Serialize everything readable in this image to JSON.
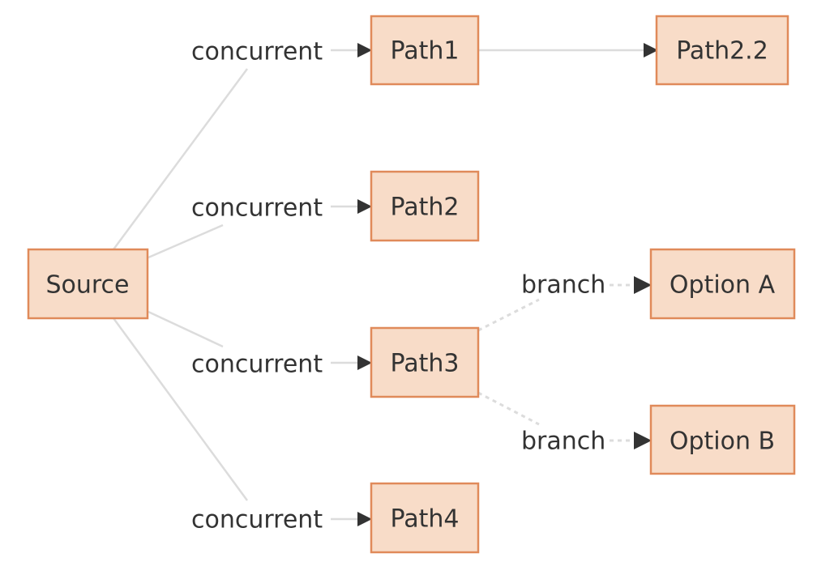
{
  "nodes": {
    "source": "Source",
    "path1": "Path1",
    "path2": "Path2",
    "path3": "Path3",
    "path4": "Path4",
    "path2_2": "Path2.2",
    "option_a": "Option A",
    "option_b": "Option B"
  },
  "edge_labels": {
    "source_path1": "concurrent",
    "source_path2": "concurrent",
    "source_path3": "concurrent",
    "source_path4": "concurrent",
    "path3_option_a": "branch",
    "path3_option_b": "branch"
  },
  "colors": {
    "node_fill": "#f8dcc8",
    "node_border": "#e08a5a",
    "edge": "#dcdcdc",
    "text": "#333333"
  }
}
